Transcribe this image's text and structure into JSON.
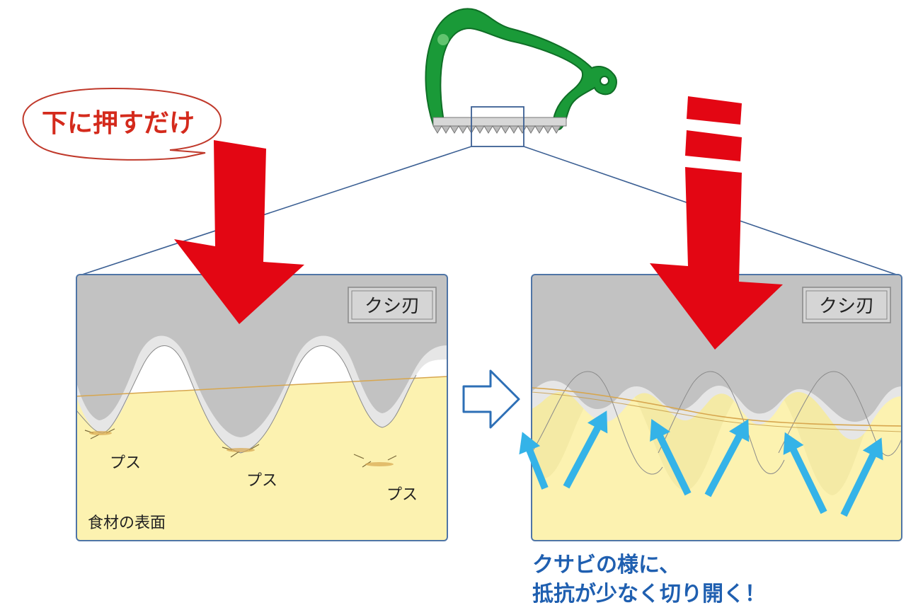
{
  "speech_bubble": {
    "text": "下に押すだけ"
  },
  "left_panel": {
    "blade_label": "クシ刃",
    "puncture_labels": [
      "プス",
      "プス",
      "プス"
    ],
    "surface_label": "食材の表面"
  },
  "right_panel": {
    "blade_label": "クシ刃"
  },
  "caption": {
    "line1": "クサビの様に、",
    "line2": "抵抗が少なく切り開く！"
  },
  "colors": {
    "arrow_red": "#e30613",
    "bubble_text": "#d42a1c",
    "blade_gray": "#c2c2c2",
    "blade_light": "#e6e6e6",
    "food_yellow": "#fcf2b0",
    "panel_border": "#4f75a6",
    "up_arrow_blue": "#34b3e8",
    "caption_blue": "#1f5fb0",
    "tool_green": "#1a9a38"
  },
  "icons": [
    "green-saw-tool",
    "down-arrow",
    "dashed-down-arrow",
    "right-outline-arrow",
    "up-arrow"
  ]
}
